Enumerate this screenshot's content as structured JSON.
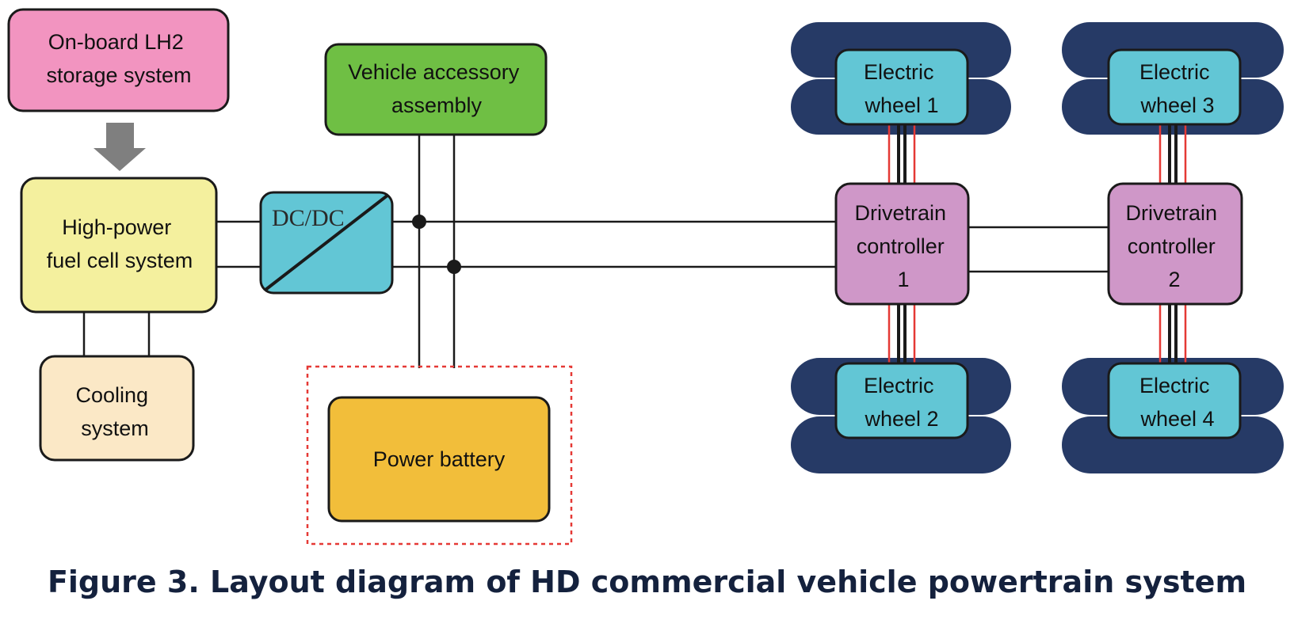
{
  "boxes": {
    "lh2_storage": {
      "lines": [
        "On-board LH2",
        "storage system"
      ],
      "color": "#f294c0"
    },
    "fuel_cell": {
      "lines": [
        "High-power",
        "fuel cell system"
      ],
      "color": "#f4f09e"
    },
    "cooling": {
      "lines": [
        "Cooling",
        "system"
      ],
      "color": "#fbe8c6"
    },
    "dcdc": {
      "lines": [
        "DC/DC"
      ],
      "color": "#62c6d5"
    },
    "accessory": {
      "lines": [
        "Vehicle accessory",
        "assembly"
      ],
      "color": "#6fbf44"
    },
    "battery": {
      "lines": [
        "Power battery"
      ],
      "color": "#f2be3a"
    },
    "controller_1": {
      "lines": [
        "Drivetrain",
        "controller",
        "1"
      ],
      "color": "#cf97c8"
    },
    "controller_2": {
      "lines": [
        "Drivetrain",
        "controller",
        "2"
      ],
      "color": "#cf97c8"
    },
    "wheel_1": {
      "lines": [
        "Electric",
        "wheel 1"
      ],
      "color": "#62c6d5"
    },
    "wheel_2": {
      "lines": [
        "Electric",
        "wheel 2"
      ],
      "color": "#62c6d5"
    },
    "wheel_3": {
      "lines": [
        "Electric",
        "wheel 3"
      ],
      "color": "#62c6d5"
    },
    "wheel_4": {
      "lines": [
        "Electric",
        "wheel 4"
      ],
      "color": "#62c6d5"
    }
  },
  "colors": {
    "tire": "#263a66",
    "arrow": "#7f7f7f",
    "bus_line": "#1a1a1a",
    "phase_line": "#e53935",
    "battery_dashed_border": "#e53935"
  },
  "caption": "Figure 3. Layout diagram of HD commercial vehicle powertrain system"
}
